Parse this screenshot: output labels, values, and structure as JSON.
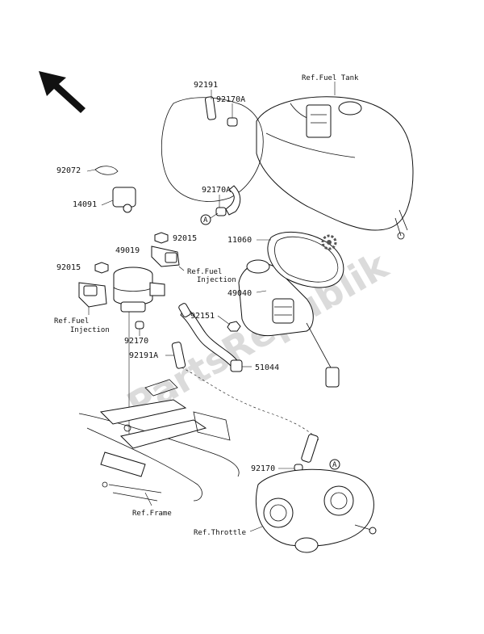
{
  "diagram": {
    "part_numbers": {
      "p92191": "92191",
      "p92170A_top": "92170A",
      "p92072": "92072",
      "p14091": "14091",
      "p92170A_mid": "92170A",
      "p92015_right": "92015",
      "p49019": "49019",
      "p92015_left": "92015",
      "p11060": "11060",
      "p49040": "49040",
      "p92151": "92151",
      "p92170_mid": "92170",
      "p92191A": "92191A",
      "p51044": "51044",
      "p92170_low": "92170"
    },
    "references": {
      "fuel_tank": "Ref.Fuel Tank",
      "fuel_injection_right_1": "Ref.Fuel",
      "fuel_injection_right_2": "Injection",
      "fuel_injection_left_1": "Ref.Fuel",
      "fuel_injection_left_2": "Injection",
      "frame": "Ref.Frame",
      "throttle": "Ref.Throttle"
    },
    "connector_marks": {
      "a_left": "A",
      "a_right": "A"
    },
    "watermark": "PartsRepublik",
    "icons": [
      "direction-arrow",
      "gear-icon"
    ]
  }
}
